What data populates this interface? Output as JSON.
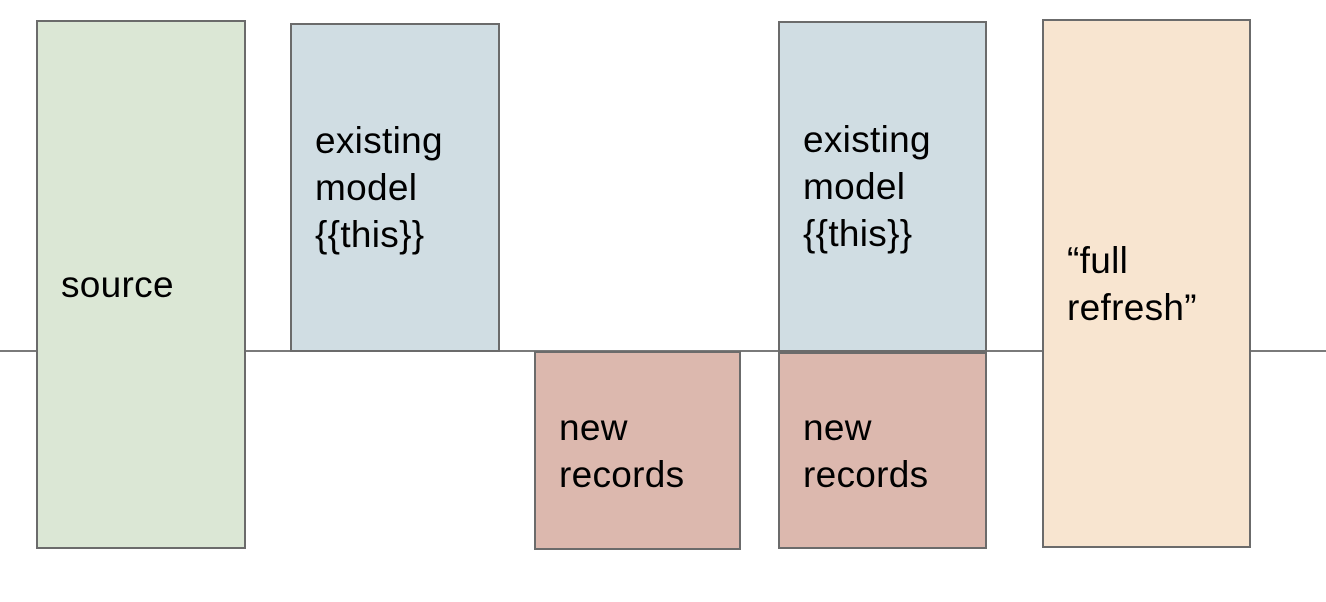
{
  "colors": {
    "background": "#ffffff",
    "box_border": "#6b6b6b",
    "timeline_line": "#7a7a7a",
    "text": "#000000",
    "source_fill": "#dbe7d5",
    "existing_model_fill": "#d0dde3",
    "new_records_fill": "#dcb8ae",
    "full_refresh_fill": "#f8e5d0"
  },
  "boxes": {
    "source": {
      "label": "source"
    },
    "existing_model_1": {
      "label": "existing\nmodel\n{{this}}"
    },
    "new_records_1": {
      "label": "new\nrecords"
    },
    "existing_model_2": {
      "label": "existing\nmodel\n{{this}}"
    },
    "new_records_2": {
      "label": "new\nrecords"
    },
    "full_refresh": {
      "label": "“full\nrefresh”"
    }
  }
}
